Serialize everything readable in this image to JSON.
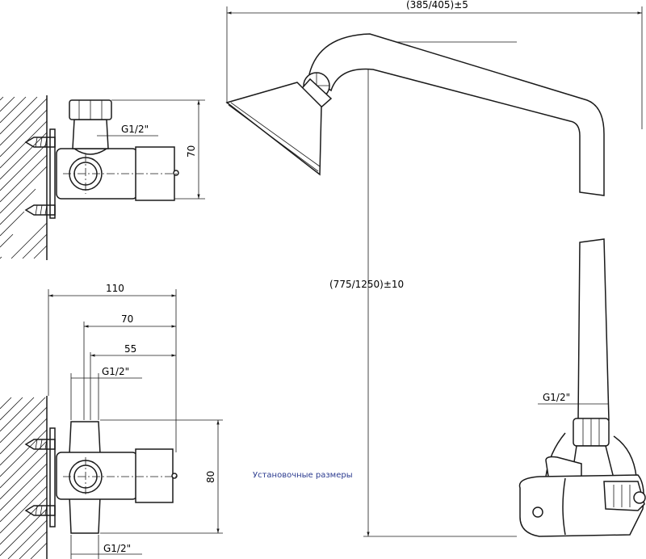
{
  "caption": "Установочные размеры",
  "colors": {
    "line": "#1a1a1a",
    "caption": "#2b3b8f",
    "background": "#ffffff"
  },
  "dimensions": {
    "total_width": "(385/405)±5",
    "total_height": "(775/1250)±10",
    "pipe_thread": "G1/2\"",
    "top_view_thread": "G1/2\"",
    "top_view_height": "70",
    "front_width_110": "110",
    "front_width_70": "70",
    "front_width_55": "55",
    "front_thread_top": "G1/2\"",
    "front_thread_bottom": "G1/2\"",
    "front_height": "80"
  }
}
